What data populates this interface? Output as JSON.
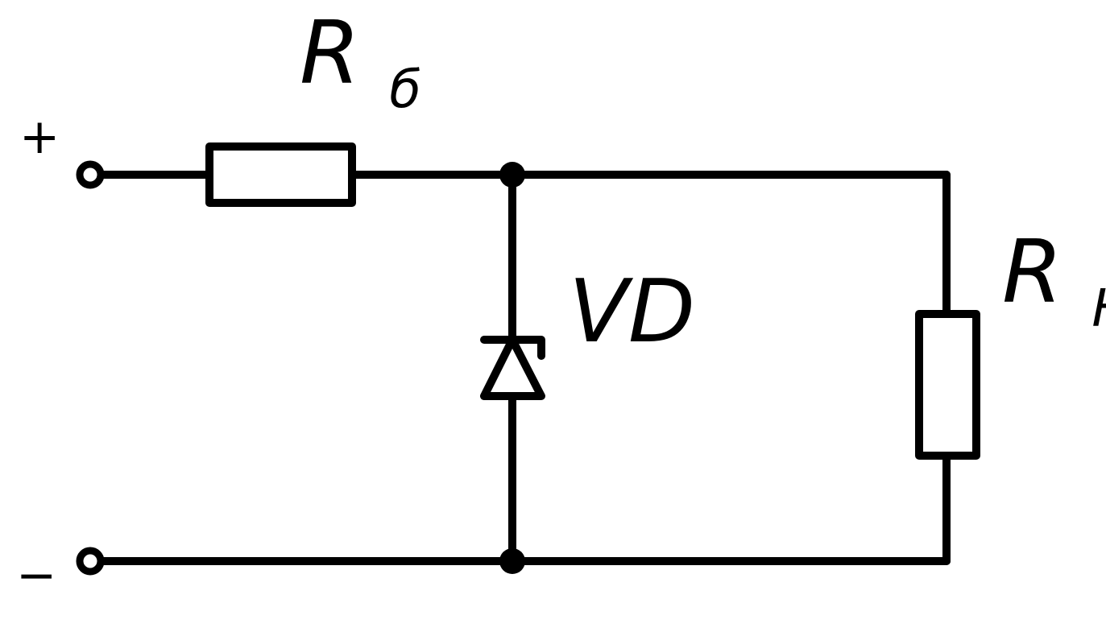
{
  "diagram": {
    "terminals": {
      "positive": "+",
      "negative": "−"
    },
    "components": {
      "ballast_resistor": {
        "symbol": "R",
        "subscript": "б"
      },
      "zener_diode": {
        "symbol": "VD"
      },
      "load_resistor": {
        "symbol": "R",
        "subscript": "Н"
      }
    },
    "colors": {
      "line": "#000000",
      "background": "#ffffff"
    }
  }
}
